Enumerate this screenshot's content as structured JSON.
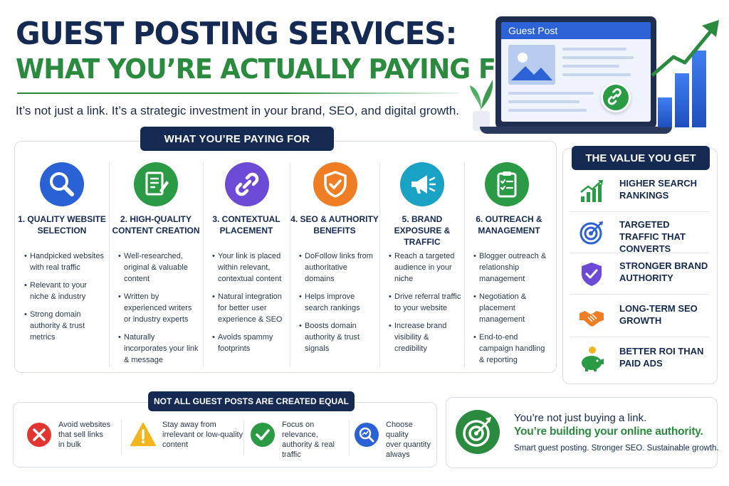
{
  "title": {
    "line1": "GUEST POSTING SERVICES:",
    "line2": "WHAT YOU’RE ACTUALLY PAYING FOR"
  },
  "tagline": "It’s not just a link. It’s a strategic investment in your brand, SEO, and digital growth.",
  "hero": {
    "screen_title": "Guest Post"
  },
  "paying_for": {
    "header": "WHAT YOU’RE PAYING FOR",
    "columns": [
      {
        "icon": "magnifier-icon",
        "color": "#2a62d6",
        "title": "1. QUALITY WEBSITE SELECTION",
        "bullets": [
          "Handpicked websites with real traffic",
          "Relevant to your niche & industry",
          "Strong domain authority & trust metrics"
        ]
      },
      {
        "icon": "document-pen-icon",
        "color": "#2a9a45",
        "title": "2. HIGH-QUALITY CONTENT CREATION",
        "bullets": [
          "Well-researched, original & valuable content",
          "Written by experienced writers or industry experts",
          "Naturally incorporates your link & message"
        ]
      },
      {
        "icon": "chain-link-icon",
        "color": "#6d4ad6",
        "title": "3. CONTEXTUAL PLACEMENT",
        "bullets": [
          "Your link is placed within relevant, contextual content",
          "Natural integration for better user experience & SEO",
          "Avoids spammy footprints"
        ]
      },
      {
        "icon": "shield-check-icon",
        "color": "#ee7d24",
        "title": "4. SEO & AUTHORITY BENEFITS",
        "bullets": [
          "DoFollow links from authoritative domains",
          "Helps improve search rankings",
          "Boosts domain authority & trust signals"
        ]
      },
      {
        "icon": "megaphone-icon",
        "color": "#1aa2c4",
        "title": "5. BRAND EXPOSURE & TRAFFIC",
        "bullets": [
          "Reach a targeted audience in your niche",
          "Drive referral traffic to your website",
          "Increase brand visibility & credibility"
        ]
      },
      {
        "icon": "clipboard-check-icon",
        "color": "#2a9a45",
        "title": "6. OUTREACH & MANAGEMENT",
        "bullets": [
          "Blogger outreach & relationship management",
          "Negotiation & placement management",
          "End-to-end campaign handling & reporting"
        ]
      }
    ]
  },
  "value": {
    "header": "THE VALUE YOU GET",
    "items": [
      {
        "icon": "growth-chart-icon",
        "text": "HIGHER SEARCH RANKINGS"
      },
      {
        "icon": "target-icon",
        "text": "TARGETED TRAFFIC THAT CONVERTS"
      },
      {
        "icon": "shield-check-icon",
        "text": "STRONGER BRAND AUTHORITY"
      },
      {
        "icon": "handshake-icon",
        "text": "LONG-TERM SEO GROWTH"
      },
      {
        "icon": "piggy-bank-icon",
        "text": "BETTER ROI THAN PAID ADS"
      }
    ]
  },
  "not_equal": {
    "header": "NOT ALL GUEST POSTS ARE CREATED EQUAL",
    "tips": [
      {
        "icon": "red-x-icon",
        "text": [
          "Avoid websites",
          "that sell links",
          "in bulk"
        ]
      },
      {
        "icon": "warning-icon",
        "text": [
          "Stay away from",
          "irrelevant or low-quality",
          "content"
        ]
      },
      {
        "icon": "green-check-icon",
        "text": [
          "Focus on relevance,",
          "authority & real",
          "traffic"
        ]
      },
      {
        "icon": "quality-search-icon",
        "text": [
          "Choose quality",
          "over quantity",
          "always"
        ]
      }
    ]
  },
  "closing": {
    "line1": "You’re not just buying a link.",
    "line2": "You’re building your online authority.",
    "line3": "Smart guest posting. Stronger SEO. Sustainable growth."
  },
  "colors": {
    "navy": "#142a52",
    "green": "#2a8a3e",
    "blue": "#2a62d6"
  }
}
